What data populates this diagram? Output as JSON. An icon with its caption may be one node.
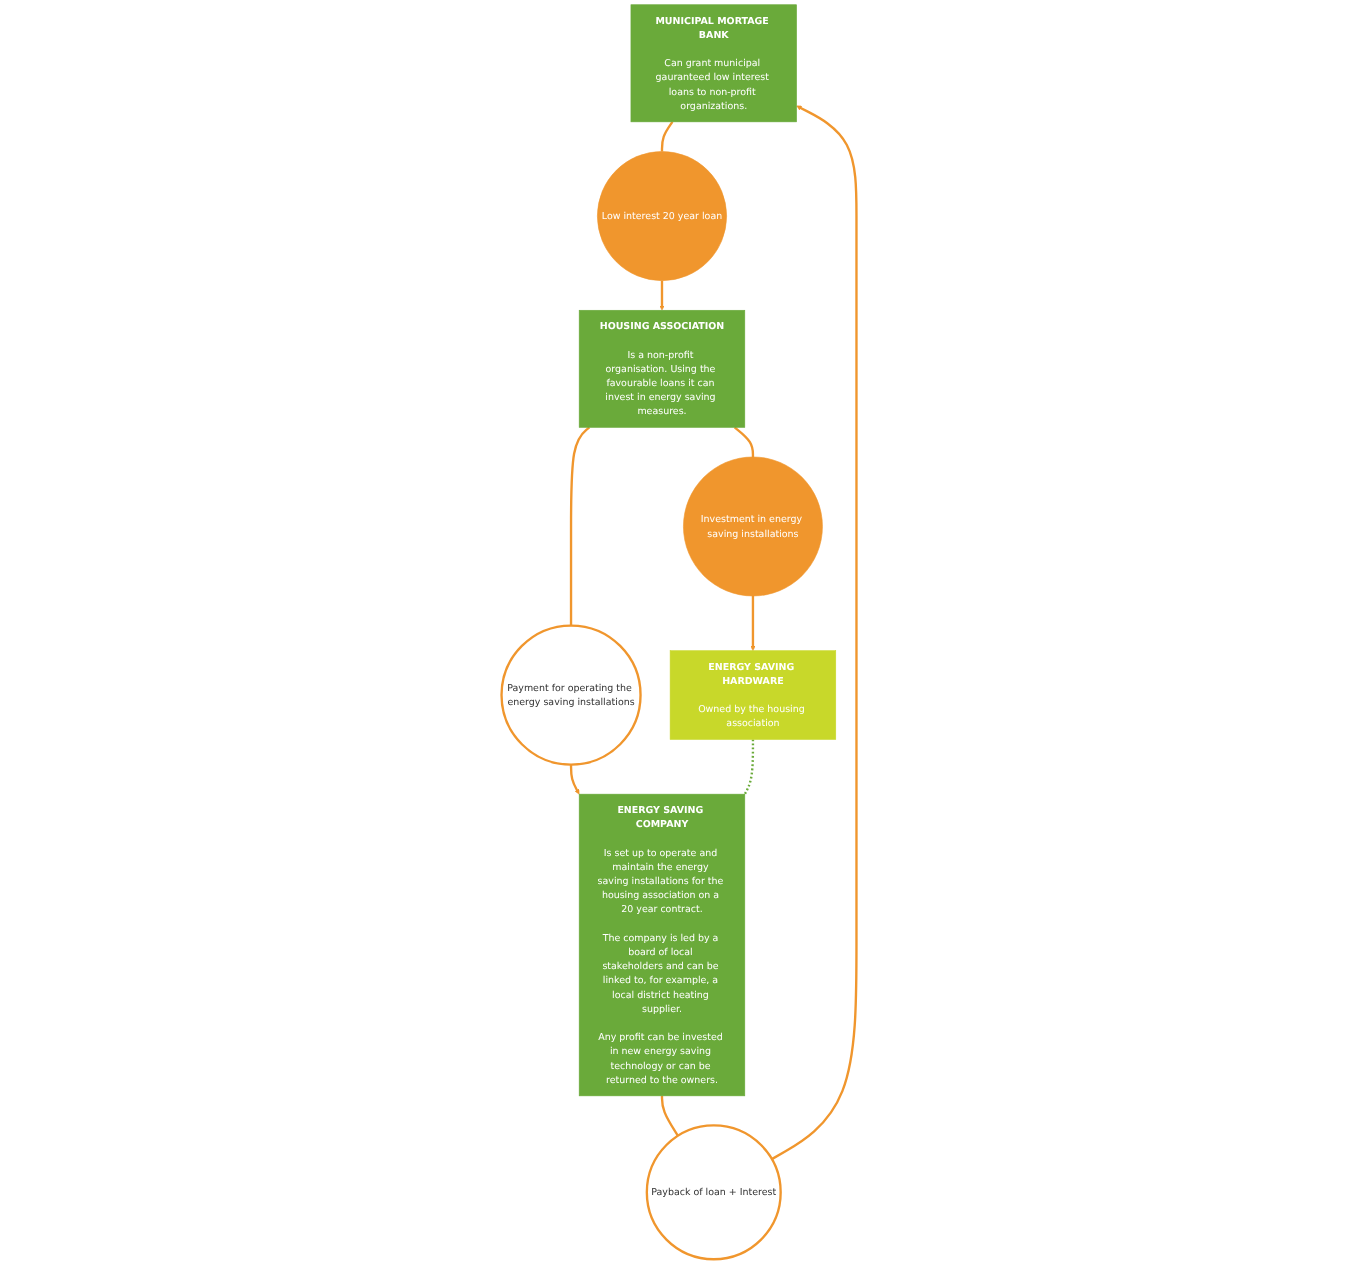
{
  "diagram": {
    "nodes": [
      {
        "text": [
          "MUNICIPAL MORTAGE BANK",
          "Can grant municipal gauranteed low interest loans to non-profit organizations."
        ]
      },
      {
        "text": [
          "Payback of loan + Interest"
        ]
      },
      {
        "text": [
          "Low interest 20 year loan"
        ]
      },
      {
        "text": [
          "HOUSING ASSOCIATION",
          "Is a non-profit organisation. Using the favourable loans it can invest in energy saving measures."
        ]
      },
      {
        "text": [
          "Payment for operating the energy saving installations"
        ]
      },
      {
        "text": [
          "ENERGY SAVING COMPANY",
          "Is set up to operate and maintain the energy saving installations for the housing association on a 20 year contract.",
          "The company is led by a board of local stakeholders and can be linked to, for example, a local district heating supplier.",
          "Any profit can be invested in new energy saving technology or can be returned to the owners."
        ]
      },
      {
        "text": [
          "Investment in energy saving installations"
        ]
      },
      {
        "text": [
          "ENERGY SAVING HARDWARE",
          "Owned by the housing association"
        ]
      }
    ],
    "edges": [
      {
        "from": 0,
        "to": 2,
        "arrow": "none"
      },
      {
        "from": 2,
        "to": 3,
        "arrow": "to"
      },
      {
        "from": 3,
        "to": 4,
        "arrow": "none"
      },
      {
        "from": 4,
        "to": 5,
        "arrow": "to"
      },
      {
        "from": 3,
        "to": 6,
        "arrow": "none"
      },
      {
        "from": 6,
        "to": 7,
        "arrow": "to"
      },
      {
        "from": 5,
        "to": 1,
        "arrow": "none"
      },
      {
        "from": 1,
        "to": 0,
        "arrow": "to"
      },
      {
        "from": 7,
        "to": 5,
        "arrow": "none",
        "style": "dashed",
        "color": "#6aaa3a"
      }
    ]
  }
}
